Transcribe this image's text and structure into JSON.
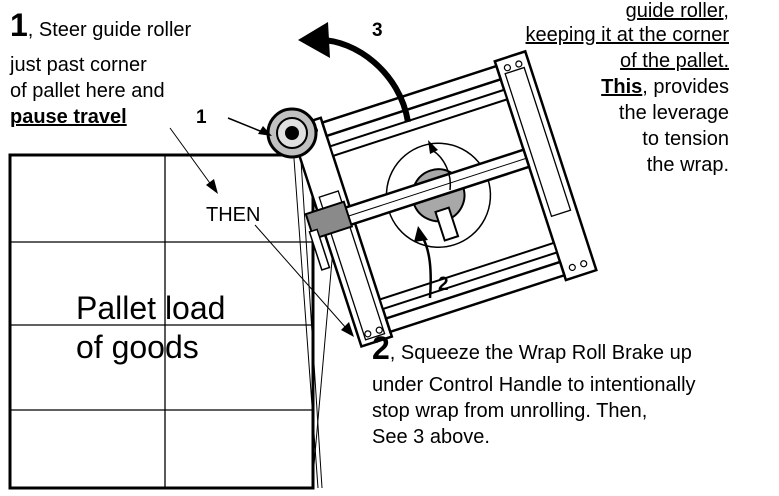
{
  "step1": {
    "number": "1",
    "text_a": ", Steer guide roller",
    "text_b": "just past corner",
    "text_c": "of pallet here and",
    "text_d": "pause travel"
  },
  "step3_note": {
    "line1": "guide roller,",
    "line2": "keeping it at the corner",
    "line3": "of the pallet.",
    "line4_bold": "This",
    "line4_rest": ", provides",
    "line5": "the leverage",
    "line6": "to tension",
    "line7": "the wrap."
  },
  "then_label": "THEN",
  "pallet": {
    "line1": "Pallet load",
    "line2": "of goods"
  },
  "step2": {
    "number": "2",
    "text_a": ", Squeeze the Wrap Roll Brake up",
    "text_b": "under Control Handle to intentionally",
    "text_c": "stop wrap from unrolling. Then,",
    "text_d": "See 3 above."
  },
  "callouts": {
    "c1": "1",
    "c2": "2",
    "c3": "3"
  }
}
